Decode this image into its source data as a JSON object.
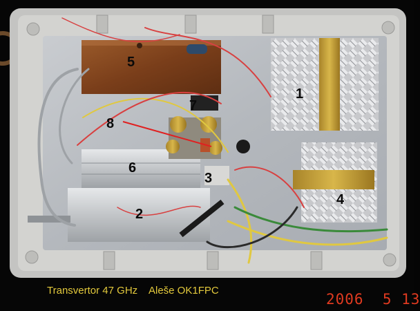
{
  "caption": "Transvertor 47 GHz    Aleše OK1FPC",
  "date_stamp": "2006  5 13",
  "labels": [
    "1",
    "2",
    "3",
    "4",
    "5",
    "6",
    "7",
    "8"
  ]
}
